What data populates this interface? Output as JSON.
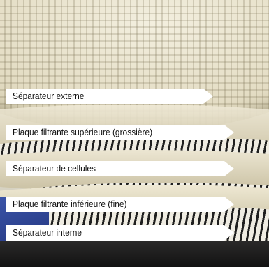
{
  "labels": {
    "outer_separator": "Séparateur externe",
    "upper_filter_plate": "Plaque filtrante supérieure (grossière)",
    "cell_separator": "Séparateur de cellules",
    "lower_filter_plate": "Plaque filtrante inférieure (fine)",
    "inner_separator": "Séparateur interne"
  },
  "colors": {
    "callout_background": "#ffffff",
    "plate": "#e3dcc3",
    "separator": "#1f1f1f",
    "accent_blue": "#2a3f8f"
  }
}
